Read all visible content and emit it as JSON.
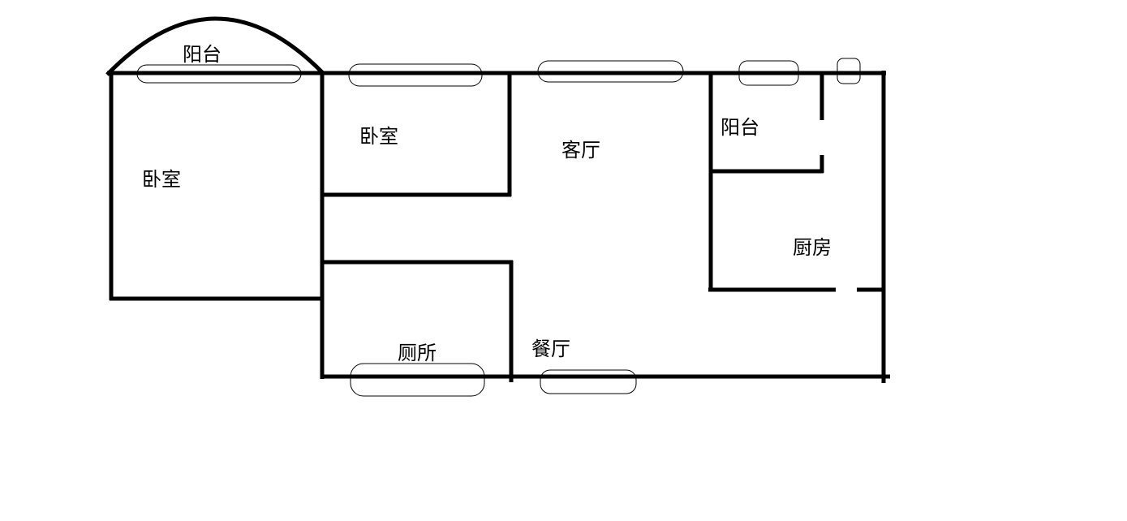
{
  "diagram": {
    "type": "floor-plan",
    "rooms": {
      "balcony_left": "阳台",
      "bedroom_master": "卧室",
      "bedroom_second": "卧室",
      "living_room": "客厅",
      "balcony_right": "阳台",
      "kitchen": "厨房",
      "toilet": "厕所",
      "dining_room": "餐厅"
    },
    "colors": {
      "wall": "#000000",
      "background": "#ffffff"
    }
  }
}
